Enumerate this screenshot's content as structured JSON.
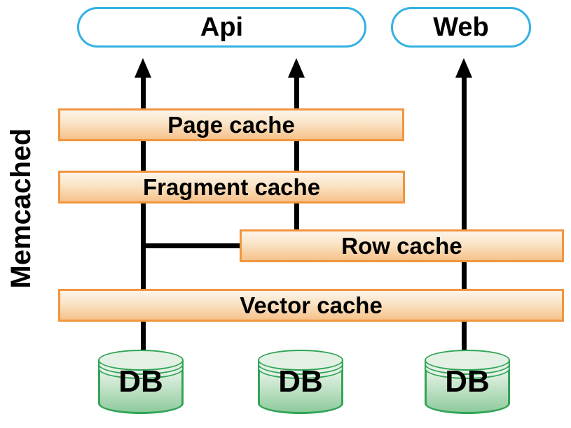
{
  "diagram": {
    "side_label": "Memcached",
    "services": {
      "api": {
        "label": "Api"
      },
      "web": {
        "label": "Web"
      }
    },
    "caches": [
      {
        "label": "Page cache"
      },
      {
        "label": "Fragment cache"
      },
      {
        "label": "Row cache"
      },
      {
        "label": "Vector cache"
      }
    ],
    "databases": [
      {
        "label": "DB"
      },
      {
        "label": "DB"
      },
      {
        "label": "DB"
      }
    ],
    "colors": {
      "cache_border": "#F0953F",
      "cache_fill_top": "#FCF4EA",
      "cache_fill_bottom": "#F6C28B",
      "service_border": "#33B1E3",
      "db_border": "#33A457",
      "db_fill_light": "#E3F1E4",
      "db_fill_dark": "#8FCB9E",
      "connector": "#000000",
      "text": "#000000"
    }
  }
}
